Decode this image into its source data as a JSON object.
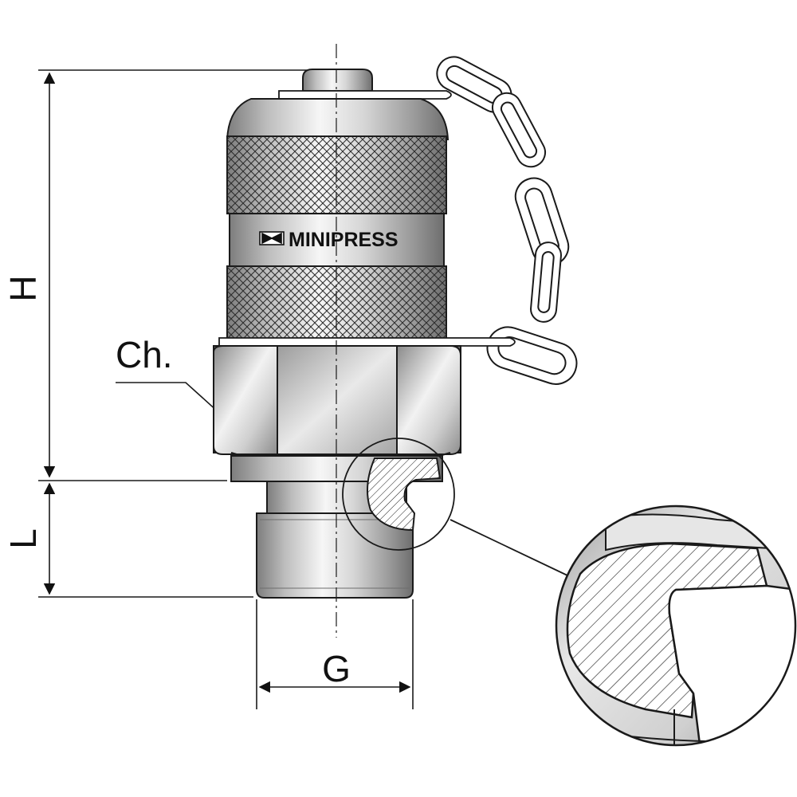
{
  "brand": "MINIPRESS",
  "labels": {
    "height": "H",
    "length": "L",
    "thread": "G",
    "hex": "Ch."
  },
  "colors": {
    "outline": "#1a1a1a",
    "metal_dark": "#8c8c8c",
    "metal_mid": "#c8c8c8",
    "metal_light": "#f4f4f4"
  }
}
